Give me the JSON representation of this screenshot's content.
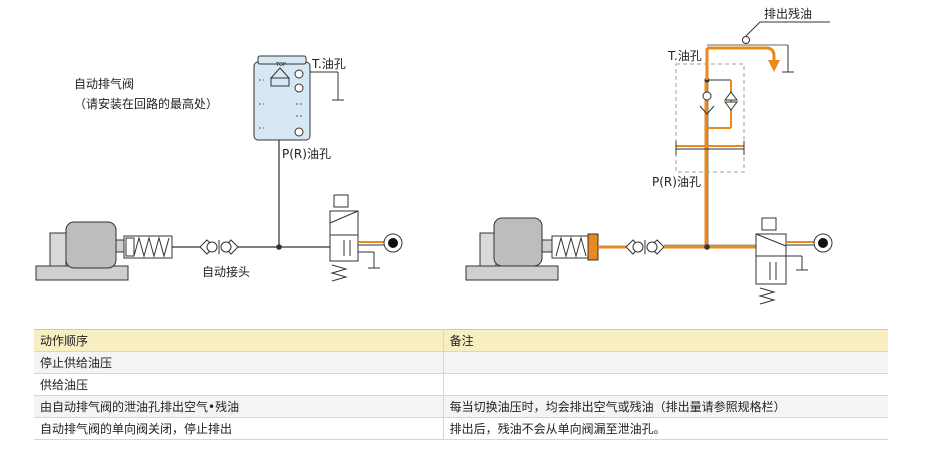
{
  "colors": {
    "line": "#333333",
    "pipe_orange": "#ea8a1e",
    "valve_blue": "#d6e8f3",
    "motor_gray": "#bdbdbd",
    "table_header": "#f7eec2"
  },
  "left_diagram": {
    "valve_label": "自动排气阀",
    "valve_note": "（请安装在回路的最高处）",
    "t_port": "T.油孔",
    "p_port": "P(R)油孔",
    "coupler_label": "自动接头",
    "top_mark": "TOP"
  },
  "right_diagram": {
    "drain_label": "排出残油",
    "t_port": "T.油孔",
    "p_port": "P(R)油孔"
  },
  "table": {
    "headers": [
      "动作顺序",
      "备注"
    ],
    "rows": [
      [
        "停止供给油压",
        ""
      ],
      [
        "供给油压",
        ""
      ],
      [
        "由自动排气阀的泄油孔排出空气•残油",
        "每当切换油压时，均会排出空气或残油（排出量请参照规格栏）"
      ],
      [
        "自动排气阀的单向阀关闭，停止排出",
        "排出后，残油不会从单向阀漏至泄油孔。"
      ]
    ]
  }
}
